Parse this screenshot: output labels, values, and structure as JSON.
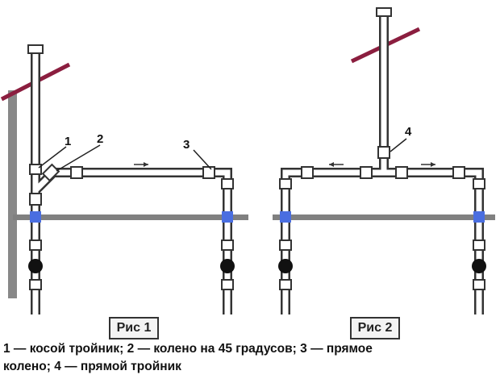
{
  "labels": {
    "l1": "1",
    "l2": "2",
    "l3": "3",
    "l4": "4"
  },
  "figures": {
    "fig1": "Рис 1",
    "fig2": "Рис 2"
  },
  "caption": {
    "line1": "1 — косой тройник; 2 — колено на 45 градусов; 3 — прямое",
    "line2": "колено; 4 — прямой тройник"
  },
  "colors": {
    "pipe": "#333333",
    "roof": "#8b1e3f",
    "floor": "#808080",
    "wall": "#888888",
    "passage": "#4a6ee0",
    "trap": "#111111"
  },
  "icons": {
    "roof": "roof-slope-line",
    "floor_passage": "blue-square-marker",
    "trap": "black-ball-water-seal",
    "flow": "flow-arrow"
  }
}
